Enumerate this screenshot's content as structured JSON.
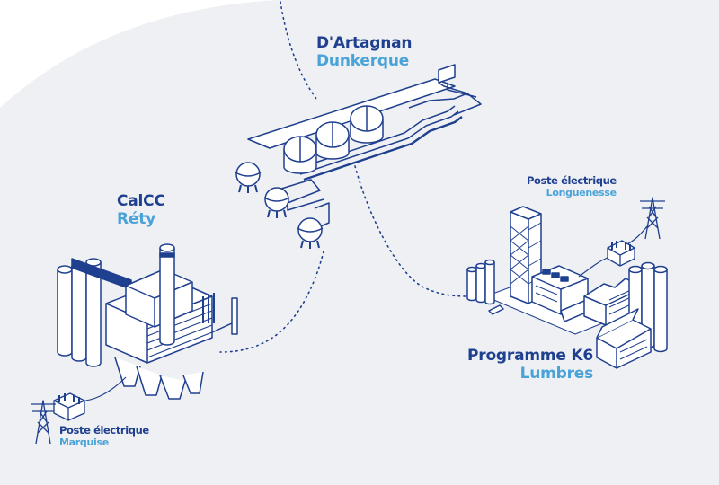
{
  "colors": {
    "dark_blue": "#1f3f8f",
    "light_blue": "#4aa3d8",
    "background_region": "#eef0f3",
    "white": "#ffffff"
  },
  "sites": [
    {
      "name": "D'Artagnan",
      "place": "Dunkerque"
    },
    {
      "name": "CalCC",
      "place": "Réty"
    },
    {
      "name": "Programme K6",
      "place": "Lumbres"
    }
  ],
  "substations": [
    {
      "title": "Poste électrique",
      "place": "Longuenesse"
    },
    {
      "title": "Poste électrique",
      "place": "Marquise"
    }
  ]
}
